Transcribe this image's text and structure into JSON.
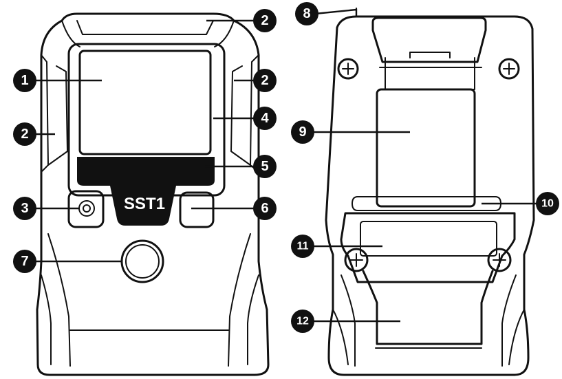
{
  "device": {
    "model_label": "SST1"
  },
  "callouts": [
    {
      "id": "c1a",
      "num": "1"
    },
    {
      "id": "c2a",
      "num": "2"
    },
    {
      "id": "c2b",
      "num": "2"
    },
    {
      "id": "c2c",
      "num": "2"
    },
    {
      "id": "c3",
      "num": "3"
    },
    {
      "id": "c4",
      "num": "4"
    },
    {
      "id": "c5",
      "num": "5"
    },
    {
      "id": "c6",
      "num": "6"
    },
    {
      "id": "c7",
      "num": "7"
    },
    {
      "id": "c8",
      "num": "8"
    },
    {
      "id": "c9",
      "num": "9"
    },
    {
      "id": "c10",
      "num": "10"
    },
    {
      "id": "c11",
      "num": "11"
    },
    {
      "id": "c12",
      "num": "12"
    }
  ]
}
